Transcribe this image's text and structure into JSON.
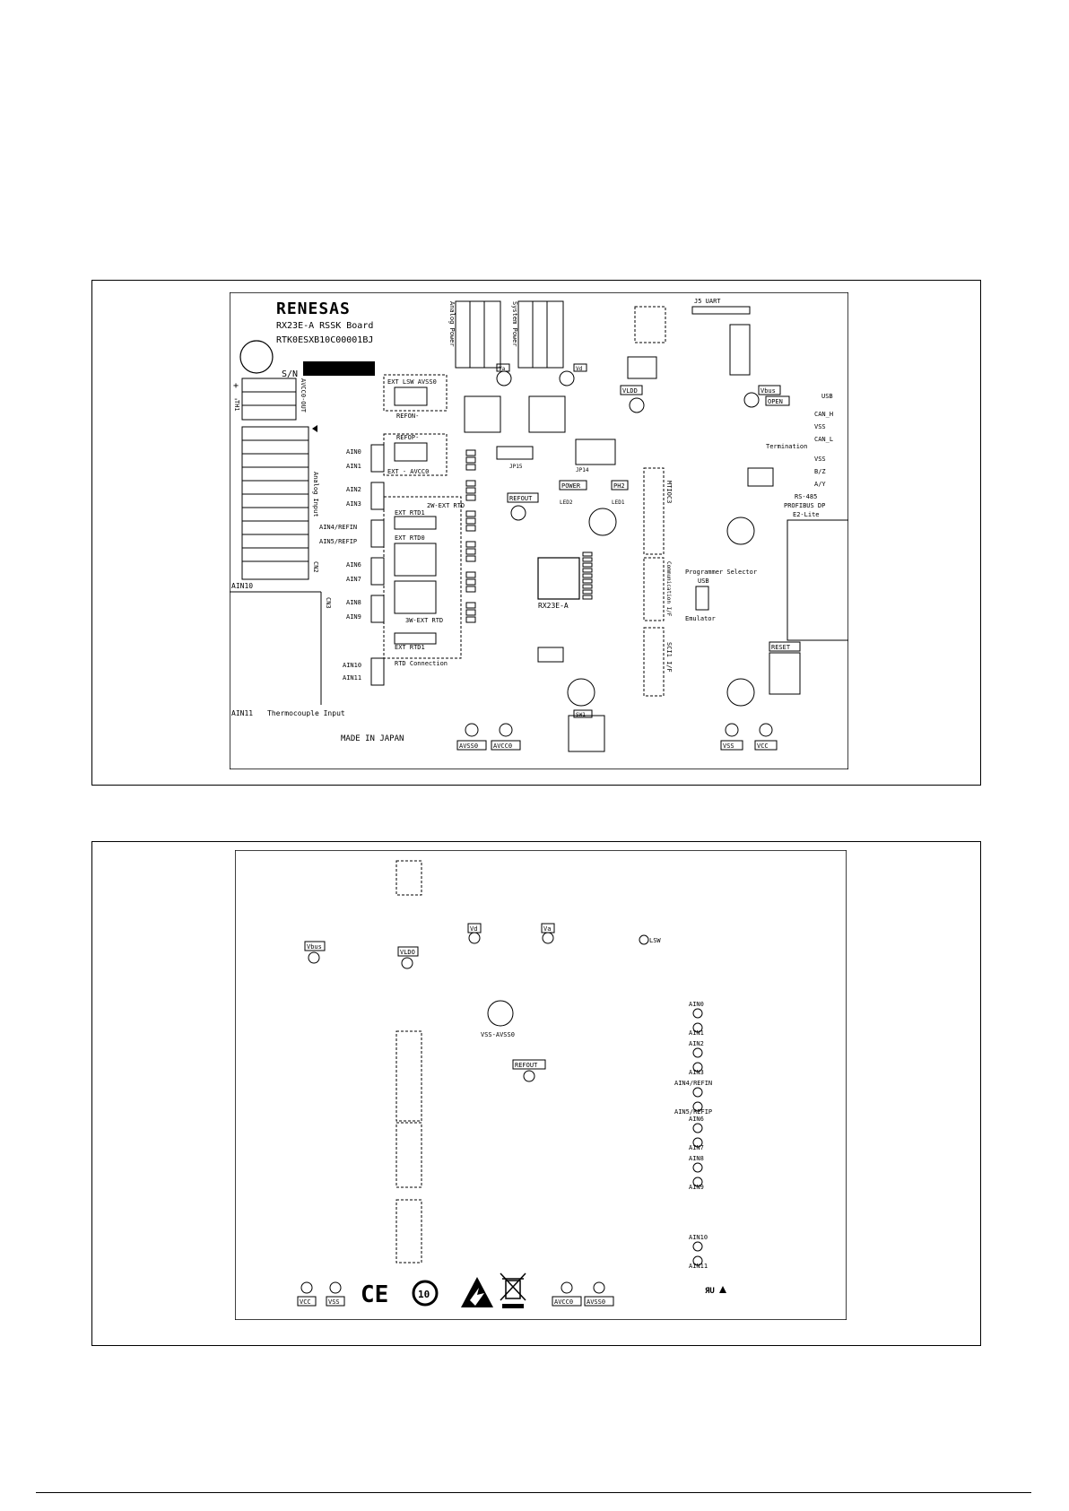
{
  "top": {
    "logo": "RENESAS",
    "board_name": "RX23E-A RSSK Board",
    "part_number": "RTK0ESXB10C00001BJ",
    "sn_label": "S/N",
    "made_in": "MADE IN JAPAN",
    "thermocouple": "Thermocouple Input",
    "analog_input": "Analog Input",
    "rtd_connection": "RTD Connection",
    "ref_on": "REFON-",
    "ref_op": "REFOP-",
    "ext_lsw_avsso": "EXT  LSW AVSS0",
    "ext_avcc": "EXT   -    AVCC0",
    "ext_rtd1": "EXT   RTD1",
    "ext_rtd0": "EXT   RTD0",
    "ext_rtd": "EXT   RTD1",
    "v3_ext_rtd": "3W-EXT RTD",
    "v2_ext_rtd": "2W-EXT RTD",
    "refout": "REFOUT",
    "power": "POWER",
    "ph2": "PH2",
    "led1": "LED1",
    "led2": "LED2",
    "vdd": "VLDD",
    "va": "Va",
    "vd": "Vd",
    "vbus": "Vbus",
    "vcc": "VCC",
    "vss": "VSS",
    "open": "OPEN",
    "usb": "USB",
    "can_h": "CAN_H",
    "can_l": "CAN_L",
    "termination": "Termination",
    "bz": "B/Z",
    "ay": "A/Y",
    "rs485": "RS-485",
    "profibus": "PROFIBUS DP",
    "e2lite": "E2-Lite",
    "programmer": "Programmer Selector",
    "usb2": "USB",
    "emulator": "Emulator",
    "reset": "RESET",
    "uart": "J5  UART",
    "mcu": "RX23E-A",
    "system_power": "System Power",
    "analog_power": "Analog Power",
    "avcco_out": "AVCC0-OUT",
    "ext": "EXT",
    "jp15": "JP15",
    "jp14": "JP14",
    "mtioc3": "MTIOC3",
    "comm_if": "Communication I/F",
    "sci_if": "SCI1 I/F",
    "ain_labels": [
      "AIN0",
      "AIN1",
      "AIN2",
      "AIN3",
      "AIN4/REFIN",
      "AIN5/REFIP",
      "AIN6",
      "AIN7",
      "AIN8",
      "AIN9",
      "AIN10",
      "AIN11"
    ],
    "tp_labels": [
      "AVSS0",
      "AVCC0",
      "VSS",
      "VCC"
    ],
    "sw1": "SW1",
    "cn2": "CN2",
    "cn3": "CN3",
    "ain10_left": "AIN10",
    "ain11_left": "AIN11",
    "th1": "TH1",
    "avss0": "AVSS0"
  },
  "bottom": {
    "vbus": "Vbus",
    "vldo": "VLDO",
    "vd": "Vd",
    "va": "Va",
    "lsw": "LSW",
    "vss_avss0": "VSS-AVSS0",
    "refout": "REFOUT",
    "ain_labels": [
      "AIN0",
      "AIN1",
      "AIN2",
      "AIN3",
      "AIN4/REFIN",
      "AIN5/REFIP",
      "AIN6",
      "AIN7",
      "AIN8",
      "AIN9",
      "AIN10",
      "AIN11"
    ],
    "vcc": "VCC",
    "vss": "VSS",
    "avcc0": "AVCC0",
    "avss0": "AVSS0",
    "ce_mark": "CE",
    "ten_mark": "10",
    "ul_mark": "ЯU"
  }
}
